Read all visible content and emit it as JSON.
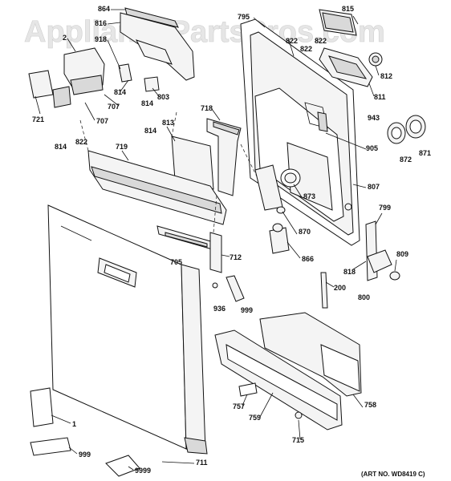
{
  "watermark": "AppliancePartsPros.com",
  "art_number": "(ART NO. WD8419 C)",
  "callouts": {
    "c864": "864",
    "c816": "816",
    "c918": "918",
    "c2": "2",
    "c814a": "814",
    "c803": "803",
    "c814b": "814",
    "c707a": "707",
    "c707b": "707",
    "c721": "721",
    "c814c": "814",
    "c822a": "822",
    "c795": "795",
    "c822b": "822",
    "c822c": "822",
    "c822d": "822",
    "c815": "815",
    "c812": "812",
    "c811": "811",
    "c718": "718",
    "c813": "813",
    "c814d": "814",
    "c719": "719",
    "c943": "943",
    "c905": "905",
    "c871": "871",
    "c872": "872",
    "c807": "807",
    "c873": "873",
    "c870": "870",
    "c799": "799",
    "c705": "705",
    "c712": "712",
    "c866": "866",
    "c818": "818",
    "c809": "809",
    "c800": "800",
    "c200": "200",
    "c936": "936",
    "c999a": "999",
    "c758": "758",
    "c757": "757",
    "c759": "759",
    "c715": "715",
    "c1": "1",
    "c999b": "999",
    "c9999": "9999",
    "c711": "711"
  }
}
